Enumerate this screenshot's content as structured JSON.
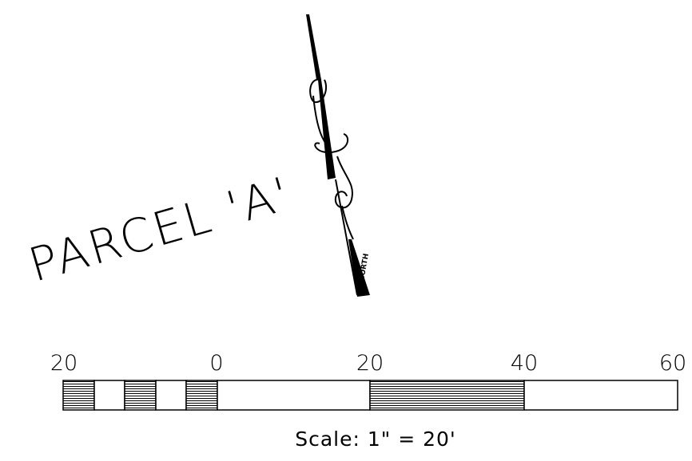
{
  "parcel_label": "PARCEL 'A'",
  "scale_text": "Scale: 1\" = 20'",
  "north_text": "NORTH",
  "scale_bar": {
    "ticks": [
      "20",
      "0",
      "20",
      "40",
      "60"
    ]
  },
  "colors": {
    "ink": "#000000",
    "paper": "#ffffff"
  }
}
